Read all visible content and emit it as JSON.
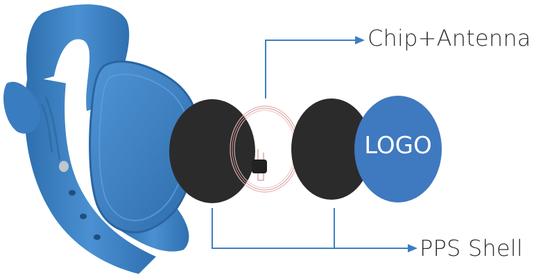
{
  "labels": {
    "chip_antenna": "Chip+Antenna",
    "pps_shell": "PPS Shell",
    "logo": "LOGO"
  },
  "colors": {
    "band": "#3d82c6",
    "band_dark": "#2c6aa8",
    "disc": "#2b2b2b",
    "logo_disc": "#3f79c0",
    "antenna": "#d58a8a",
    "leader": "#3a7fc1"
  }
}
